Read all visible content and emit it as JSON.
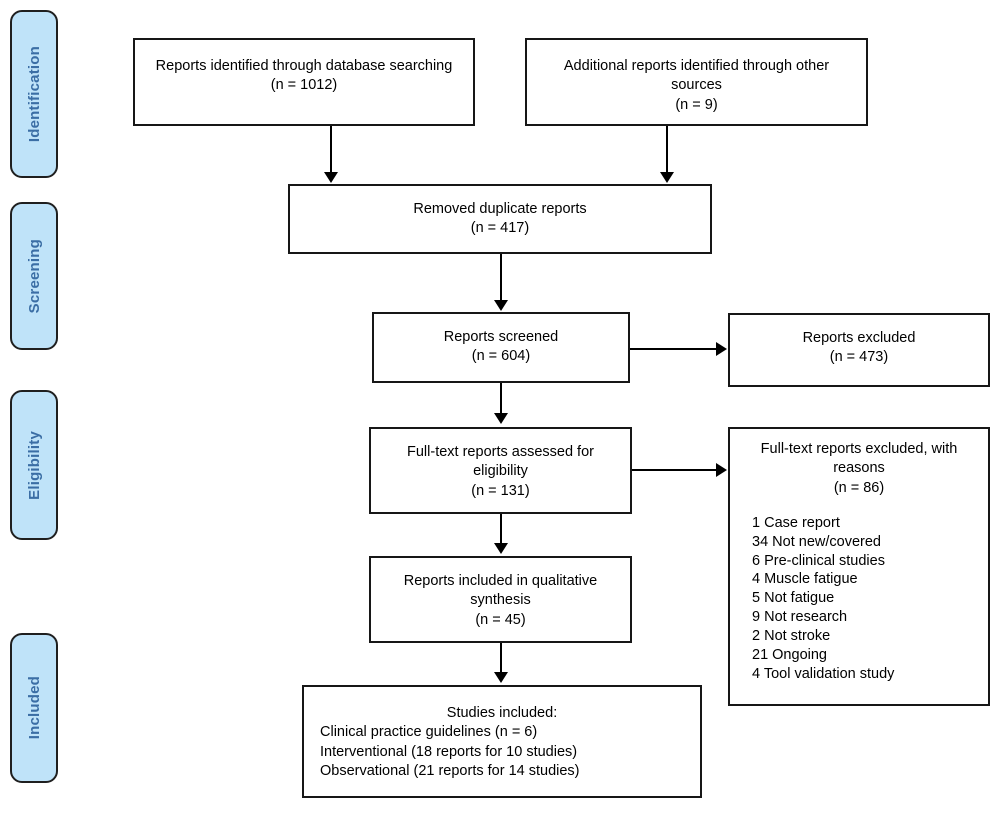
{
  "diagram": {
    "type": "prisma-flow-diagram",
    "accent_color": "#bfe3f9",
    "label_color": "#3b6ea5",
    "line_color": "#000000"
  },
  "stages": [
    {
      "label": "Identification"
    },
    {
      "label": "Screening"
    },
    {
      "label": "Eligibility"
    },
    {
      "label": "Included"
    }
  ],
  "boxes": {
    "database_search": {
      "line1": "Reports identified through database searching",
      "line2": "(n = 1012)"
    },
    "other_sources": {
      "line1": "Additional reports identified through other",
      "line2": "sources",
      "line3": "(n = 9)"
    },
    "duplicates_removed": {
      "line1": "Removed duplicate reports",
      "line2": "(n = 417)"
    },
    "screened": {
      "line1": "Reports screened",
      "line2": "(n = 604)"
    },
    "reports_excluded": {
      "line1": "Reports excluded",
      "line2": "(n = 473)"
    },
    "fulltext_assessed": {
      "line1": "Full-text reports assessed for",
      "line2": "eligibility",
      "line3": "(n = 131)"
    },
    "fulltext_excluded": {
      "line1": "Full-text reports excluded, with",
      "line2": "reasons",
      "line3": "(n = 86)",
      "reasons": [
        "1 Case report",
        "34 Not new/covered",
        "6 Pre-clinical studies",
        "4 Muscle fatigue",
        "5 Not fatigue",
        "9 Not research",
        "2 Not stroke",
        "21 Ongoing",
        "4 Tool validation study"
      ]
    },
    "qualitative_synthesis": {
      "line1": "Reports included in qualitative",
      "line2": "synthesis",
      "line3": "(n = 45)"
    },
    "studies_included": {
      "line1": "Studies included:",
      "line2": "Clinical practice guidelines (n = 6)",
      "line3": "Interventional (18 reports for 10 studies)",
      "line4": "Observational (21 reports for 14 studies)"
    }
  }
}
